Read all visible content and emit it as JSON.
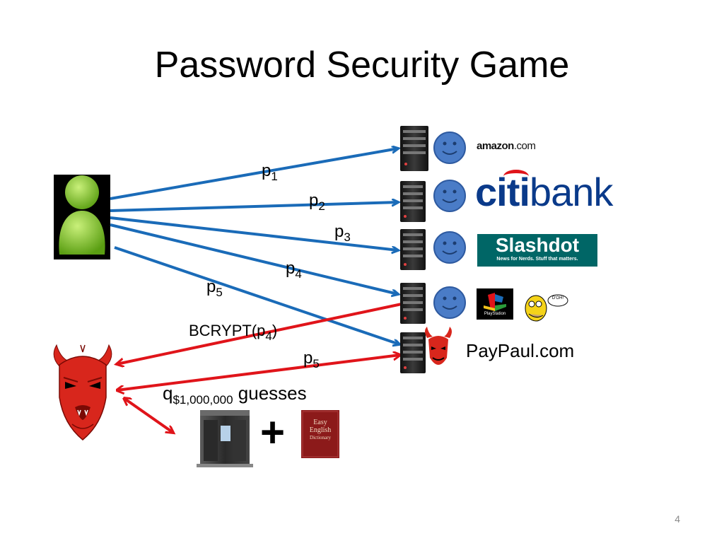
{
  "slide": {
    "title": "Password Security Game",
    "page_number": "4"
  },
  "labels": {
    "p1": {
      "base": "p",
      "sub": "1"
    },
    "p2": {
      "base": "p",
      "sub": "2"
    },
    "p3": {
      "base": "p",
      "sub": "3"
    },
    "p4": {
      "base": "p",
      "sub": "4"
    },
    "p5_user": {
      "base": "p",
      "sub": "5"
    },
    "bcrypt": {
      "pre": "BCRYPT(p",
      "sub": "4",
      "post": ")"
    },
    "p5_attacker": {
      "base": "p",
      "sub": "5"
    },
    "q_guesses": {
      "base": "q",
      "sub": "$1,000,000",
      "post": " guesses"
    }
  },
  "sites": {
    "amazon": {
      "name": "amazon",
      "suffix": ".com"
    },
    "citi": {
      "part1": "citi",
      "part2": "bank"
    },
    "slashdot": {
      "name": "Slashdot",
      "tagline": "News for Nerds.  Stuff that matters."
    },
    "playstation": {
      "label": "PlayStation"
    },
    "homer": {
      "speech": "D'OH!"
    },
    "paypaul": {
      "name": "PayPaul.com"
    }
  },
  "dictionary": {
    "line1": "Easy",
    "line2": "English",
    "line3": "Dictionary"
  },
  "plus": "+",
  "colors": {
    "user_arrow": "#1a6bb8",
    "attacker_arrow": "#e0141a",
    "smiley": "#4a7cc7",
    "devil": "#d8261c"
  }
}
